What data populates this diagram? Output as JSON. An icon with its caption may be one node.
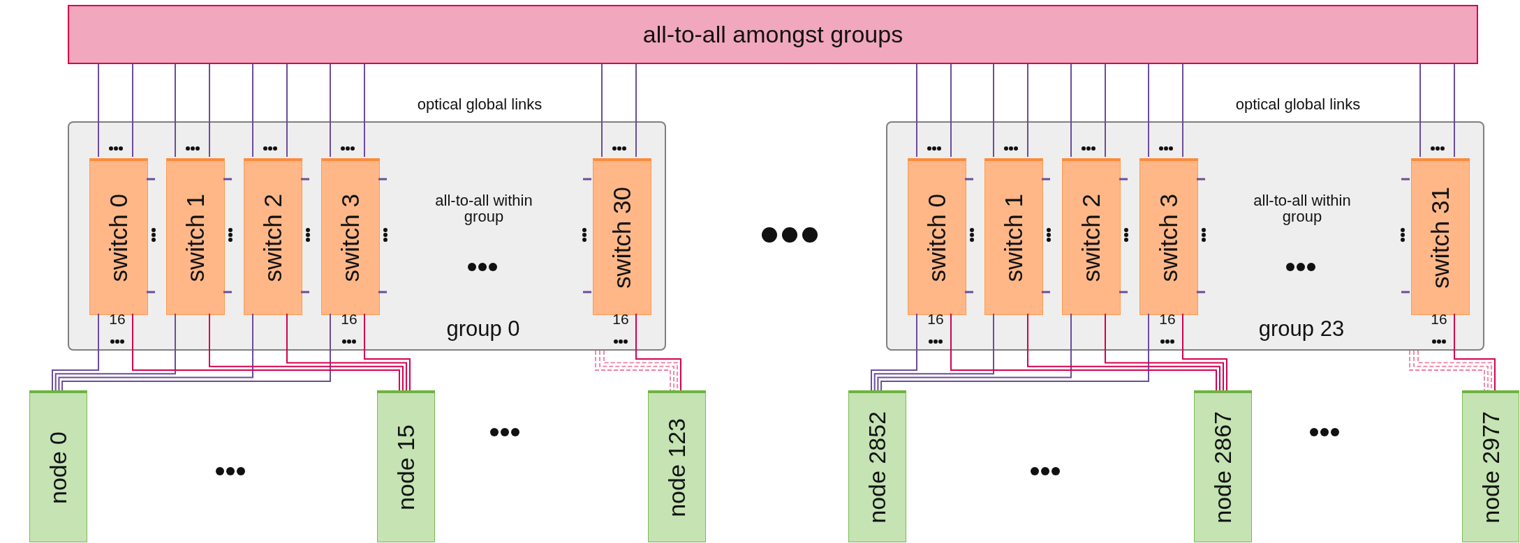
{
  "diagram": {
    "nodes": [
      {
        "text": [
          "all-to-all amongst groups"
        ]
      },
      {
        "text": [
          "all-to-all within group",
          "group 0"
        ]
      },
      {
        "text": [
          "switch 0"
        ],
        "in": 1
      },
      {
        "text": [
          "switch 1"
        ],
        "in": 1
      },
      {
        "text": [
          "switch 2"
        ],
        "in": 1
      },
      {
        "text": [
          "switch 3"
        ],
        "in": 1
      },
      {
        "text": [
          "switch 30"
        ],
        "in": 1
      },
      {
        "text": [
          "all-to-all within group",
          "group 23"
        ]
      },
      {
        "text": [
          "switch 0"
        ],
        "in": 7
      },
      {
        "text": [
          "switch 1"
        ],
        "in": 7
      },
      {
        "text": [
          "switch 2"
        ],
        "in": 7
      },
      {
        "text": [
          "switch 3"
        ],
        "in": 7
      },
      {
        "text": [
          "switch 31"
        ],
        "in": 7
      },
      {
        "text": [
          "node 0"
        ]
      },
      {
        "text": [
          "node 15"
        ]
      },
      {
        "text": [
          "node 123"
        ]
      },
      {
        "text": [
          "node 2852"
        ]
      },
      {
        "text": [
          "node 2867"
        ]
      },
      {
        "text": [
          "node 2977"
        ]
      }
    ],
    "edges": [
      {
        "from": 2,
        "to": 0,
        "arrow": "none"
      },
      {
        "from": 2,
        "to": 0,
        "arrow": "none"
      },
      {
        "from": 3,
        "to": 0,
        "arrow": "none"
      },
      {
        "from": 3,
        "to": 0,
        "arrow": "none"
      },
      {
        "from": 4,
        "to": 0,
        "arrow": "none"
      },
      {
        "from": 4,
        "to": 0,
        "arrow": "none"
      },
      {
        "from": 5,
        "to": 0,
        "arrow": "none"
      },
      {
        "from": 5,
        "to": 0,
        "arrow": "none"
      },
      {
        "from": 6,
        "to": 0,
        "arrow": "none"
      },
      {
        "from": 6,
        "to": 0,
        "arrow": "none"
      },
      {
        "from": 8,
        "to": 0,
        "arrow": "none"
      },
      {
        "from": 8,
        "to": 0,
        "arrow": "none"
      },
      {
        "from": 9,
        "to": 0,
        "arrow": "none"
      },
      {
        "from": 9,
        "to": 0,
        "arrow": "none"
      },
      {
        "from": 10,
        "to": 0,
        "arrow": "none"
      },
      {
        "from": 10,
        "to": 0,
        "arrow": "none"
      },
      {
        "from": 11,
        "to": 0,
        "arrow": "none"
      },
      {
        "from": 11,
        "to": 0,
        "arrow": "none"
      },
      {
        "from": 12,
        "to": 0,
        "arrow": "none"
      },
      {
        "from": 12,
        "to": 0,
        "arrow": "none"
      },
      {
        "from": 2,
        "to": 13,
        "arrow": "none"
      },
      {
        "from": 3,
        "to": 13,
        "arrow": "none"
      },
      {
        "from": 4,
        "to": 13,
        "arrow": "none"
      },
      {
        "from": 5,
        "to": 13,
        "arrow": "none"
      },
      {
        "from": 2,
        "to": 14,
        "arrow": "none",
        "color": "#d5004f"
      },
      {
        "from": 3,
        "to": 14,
        "arrow": "none",
        "color": "#d5004f"
      },
      {
        "from": 4,
        "to": 14,
        "arrow": "none",
        "color": "#d5004f"
      },
      {
        "from": 5,
        "to": 14,
        "arrow": "none",
        "color": "#d5004f"
      },
      {
        "from": 1,
        "to": 15,
        "arrow": "none",
        "style": "dashed",
        "color": "#f07ea0"
      },
      {
        "from": 1,
        "to": 15,
        "arrow": "none",
        "style": "dashed",
        "color": "#f07ea0"
      },
      {
        "from": 1,
        "to": 15,
        "arrow": "none",
        "style": "dashed",
        "color": "#f07ea0"
      },
      {
        "from": 6,
        "to": 15,
        "arrow": "none",
        "color": "#d5004f"
      },
      {
        "from": 8,
        "to": 16,
        "arrow": "none"
      },
      {
        "from": 9,
        "to": 16,
        "arrow": "none"
      },
      {
        "from": 10,
        "to": 16,
        "arrow": "none"
      },
      {
        "from": 11,
        "to": 16,
        "arrow": "none"
      },
      {
        "from": 8,
        "to": 17,
        "arrow": "none",
        "color": "#d5004f"
      },
      {
        "from": 9,
        "to": 17,
        "arrow": "none",
        "color": "#d5004f"
      },
      {
        "from": 10,
        "to": 17,
        "arrow": "none",
        "color": "#d5004f"
      },
      {
        "from": 11,
        "to": 17,
        "arrow": "none",
        "color": "#d5004f"
      },
      {
        "from": 7,
        "to": 18,
        "arrow": "none",
        "style": "dashed",
        "color": "#f07ea0"
      },
      {
        "from": 7,
        "to": 18,
        "arrow": "none",
        "style": "dashed",
        "color": "#f07ea0"
      },
      {
        "from": 7,
        "to": 18,
        "arrow": "none",
        "style": "dashed",
        "color": "#f07ea0"
      },
      {
        "from": 12,
        "to": 18,
        "arrow": "none",
        "color": "#d5004f"
      }
    ],
    "labels": [
      "optical global links",
      "16",
      "16",
      "16",
      "optical global links",
      "16",
      "16",
      "16"
    ]
  }
}
